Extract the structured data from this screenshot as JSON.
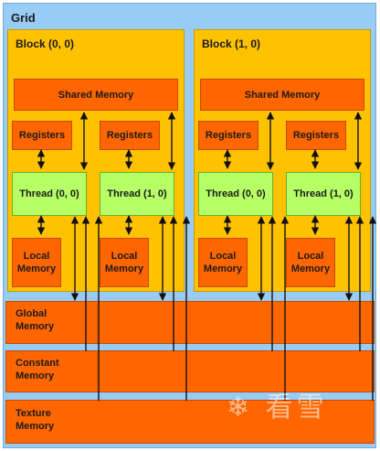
{
  "grid": {
    "title": "Grid"
  },
  "blocks": [
    {
      "title": "Block (0, 0)",
      "shared": "Shared Memory",
      "registers": [
        "Registers",
        "Registers"
      ],
      "threads": [
        "Thread (0, 0)",
        "Thread (1, 0)"
      ],
      "local": [
        "Local Memory",
        "Local Memory"
      ]
    },
    {
      "title": "Block (1, 0)",
      "shared": "Shared Memory",
      "registers": [
        "Registers",
        "Registers"
      ],
      "threads": [
        "Thread (0, 0)",
        "Thread (1, 0)"
      ],
      "local": [
        "Local Memory",
        "Local Memory"
      ]
    }
  ],
  "memories": {
    "global": [
      "Global",
      "Memory"
    ],
    "constant": [
      "Constant",
      "Memory"
    ],
    "texture": [
      "Texture",
      "Memory"
    ]
  },
  "watermark": "❄ 看雪"
}
